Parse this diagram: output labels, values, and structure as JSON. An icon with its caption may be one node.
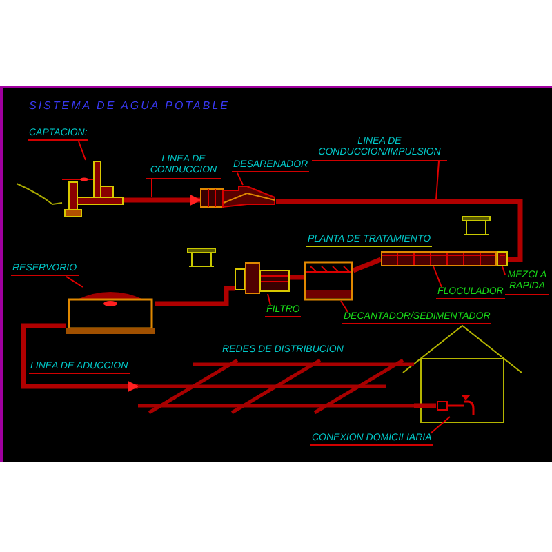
{
  "diagram": {
    "title": "SISTEMA DE AGUA POTABLE",
    "nodes": [
      {
        "text": [
          "CAPTACION:"
        ]
      },
      {
        "text": [],
        "shape": "picture"
      },
      {
        "text": [
          "LINEA DE CONDUCCION"
        ]
      },
      {
        "text": [
          "DESARENADOR"
        ]
      },
      {
        "text": [],
        "shape": "picture"
      },
      {
        "text": [
          "LINEA DE CONDUCCION/IMPULSION"
        ]
      },
      {
        "text": [],
        "shape": "picture"
      },
      {
        "text": [],
        "shape": "picture"
      },
      {
        "text": [],
        "shape": "picture"
      },
      {
        "text": [],
        "shape": "picture"
      },
      {
        "text": [
          "RESERVORIO"
        ]
      },
      {
        "text": [],
        "shape": "picture"
      },
      {
        "text": [
          "FILTRO"
        ]
      },
      {
        "text": [
          "DECANTADOR/SEDIMENTADOR"
        ]
      },
      {
        "text": [
          "FLOCULADOR"
        ]
      },
      {
        "text": [
          "MEZCLA RAPIDA"
        ]
      },
      {
        "text": [],
        "shape": "picture"
      },
      {
        "text": [],
        "shape": "picture"
      },
      {
        "text": [
          "CONEXION DOMICILIARIA"
        ]
      }
    ],
    "edges": [
      {
        "from": 0,
        "to": 1,
        "arrow": "none"
      },
      {
        "from": 2,
        "to": null,
        "arrow": "none"
      },
      {
        "from": 3,
        "to": 4,
        "arrow": "none"
      },
      {
        "from": 5,
        "to": null,
        "arrow": "none"
      },
      {
        "from": 10,
        "to": 11,
        "arrow": "none"
      },
      {
        "from": 12,
        "to": 9,
        "arrow": "none"
      },
      {
        "from": 13,
        "to": 8,
        "arrow": "none"
      },
      {
        "from": 14,
        "to": 7,
        "arrow": "none"
      },
      {
        "from": 15,
        "to": 6,
        "arrow": "none"
      },
      {
        "from": 18,
        "to": 17,
        "arrow": "none"
      },
      {
        "from": 1,
        "to": 4,
        "arrow": "to",
        "style": "thick"
      },
      {
        "from": 4,
        "to": 6,
        "arrow": "none",
        "style": "thick"
      },
      {
        "from": 7,
        "to": 8,
        "arrow": "none",
        "style": "thick"
      },
      {
        "from": 8,
        "to": 9,
        "arrow": "none",
        "style": "thick"
      },
      {
        "from": 9,
        "to": 11,
        "arrow": "none",
        "style": "thick"
      },
      {
        "from": 11,
        "to": 16,
        "arrow": "to",
        "style": "thick"
      },
      {
        "from": 16,
        "to": 17,
        "arrow": "none",
        "style": "thick"
      }
    ],
    "labels": [
      "PLANTA DE TRATAMIENTO",
      "LINEA DE ADUCCION",
      "REDES DE DISTRIBUCION"
    ]
  }
}
